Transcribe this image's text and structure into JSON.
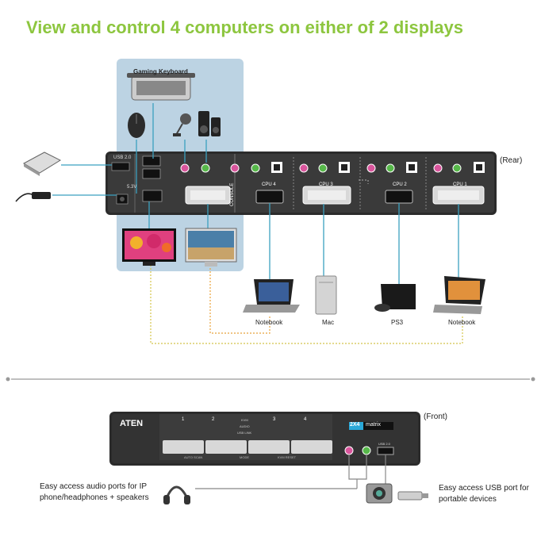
{
  "headline": "View and control 4 computers on either of 2 displays",
  "rear": {
    "label": "(Rear)",
    "usb_label": "USB 2.0",
    "power_label": "5.3V",
    "console_label": "CONSOLE",
    "cpu_labels": [
      "CPU 4",
      "CPU 3",
      "CPU 2",
      "CPU 1"
    ],
    "gaming_keyboard_label": "Gaming Keyboard",
    "devices": [
      "Notebook",
      "Mac",
      "PS3",
      "Notebook"
    ]
  },
  "front": {
    "label": "(Front)",
    "brand": "ATEN",
    "badge_left": "2X4",
    "badge_right": "matrix",
    "port_numbers": [
      "1",
      "2",
      "",
      "3",
      "4"
    ],
    "center_labels": [
      "KVM",
      "AUDIO",
      "USB LINK"
    ],
    "bottom_labels": [
      "AUTO SCAN",
      "MODE",
      "KVM RESET"
    ],
    "usb_label": "USB 2.0",
    "audio_note": "Easy access audio ports for IP phone/headphones + speakers",
    "usb_note": "Easy access USB port for portable devices"
  },
  "colors": {
    "headline": "#8dc63f",
    "panel_bg": "#bcd3e3",
    "mic_jack": "#d9559c",
    "spk_jack": "#57b84a",
    "cable_orange": "#e8a23a",
    "cable_yellow": "#d4c44a"
  }
}
